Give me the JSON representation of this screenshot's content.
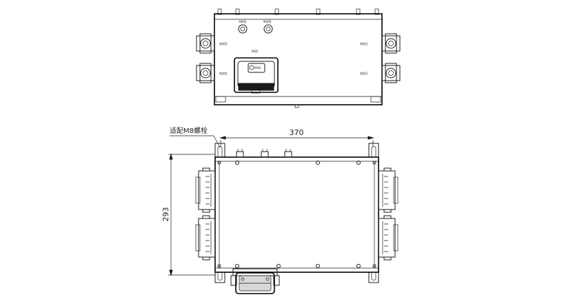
{
  "dimensions": {
    "width_label": "370",
    "height_label": "293"
  },
  "annotation": {
    "bolt_note": "适配M8螺栓"
  },
  "top_view": {
    "connector_labels": {
      "left_top": "电池负",
      "left_bottom": "电池负",
      "right_top": "电池正",
      "right_bottom": "电池正"
    },
    "port_labels": {
      "port_a": "AMSE",
      "port_b": "MSEB"
    },
    "center_label": "MSD",
    "msd_badge": "MSD"
  }
}
